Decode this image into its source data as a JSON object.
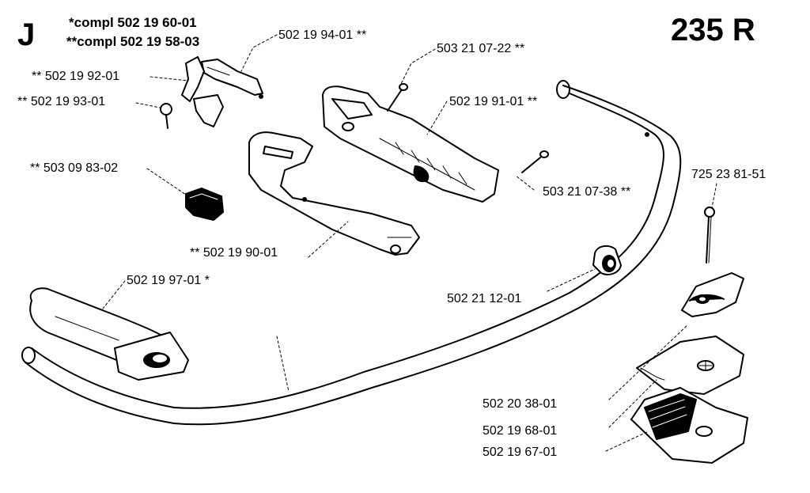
{
  "header": {
    "section_letter": "J",
    "model": "235 R",
    "compl_1": "*compl 502 19 60-01",
    "compl_2": "**compl 502 19 58-03"
  },
  "parts": [
    {
      "id": "p1",
      "label": "502 19 94-01 **"
    },
    {
      "id": "p2",
      "label": "503 21 07-22 **"
    },
    {
      "id": "p3",
      "label": "** 502 19 92-01"
    },
    {
      "id": "p4",
      "label": "** 502 19 93-01"
    },
    {
      "id": "p5",
      "label": "502 19 91-01 **"
    },
    {
      "id": "p6",
      "label": "** 503 09 83-02"
    },
    {
      "id": "p7",
      "label": "503 21 07-38 **"
    },
    {
      "id": "p8",
      "label": "725 23 81-51"
    },
    {
      "id": "p9",
      "label": "** 502 19 90-01"
    },
    {
      "id": "p10",
      "label": "502 19 97-01 *"
    },
    {
      "id": "p11",
      "label": "502 21 12-01"
    },
    {
      "id": "p12",
      "label": "502 20 38-01"
    },
    {
      "id": "p13",
      "label": "502 19 68-01"
    },
    {
      "id": "p14",
      "label": "502 19 67-01"
    }
  ]
}
